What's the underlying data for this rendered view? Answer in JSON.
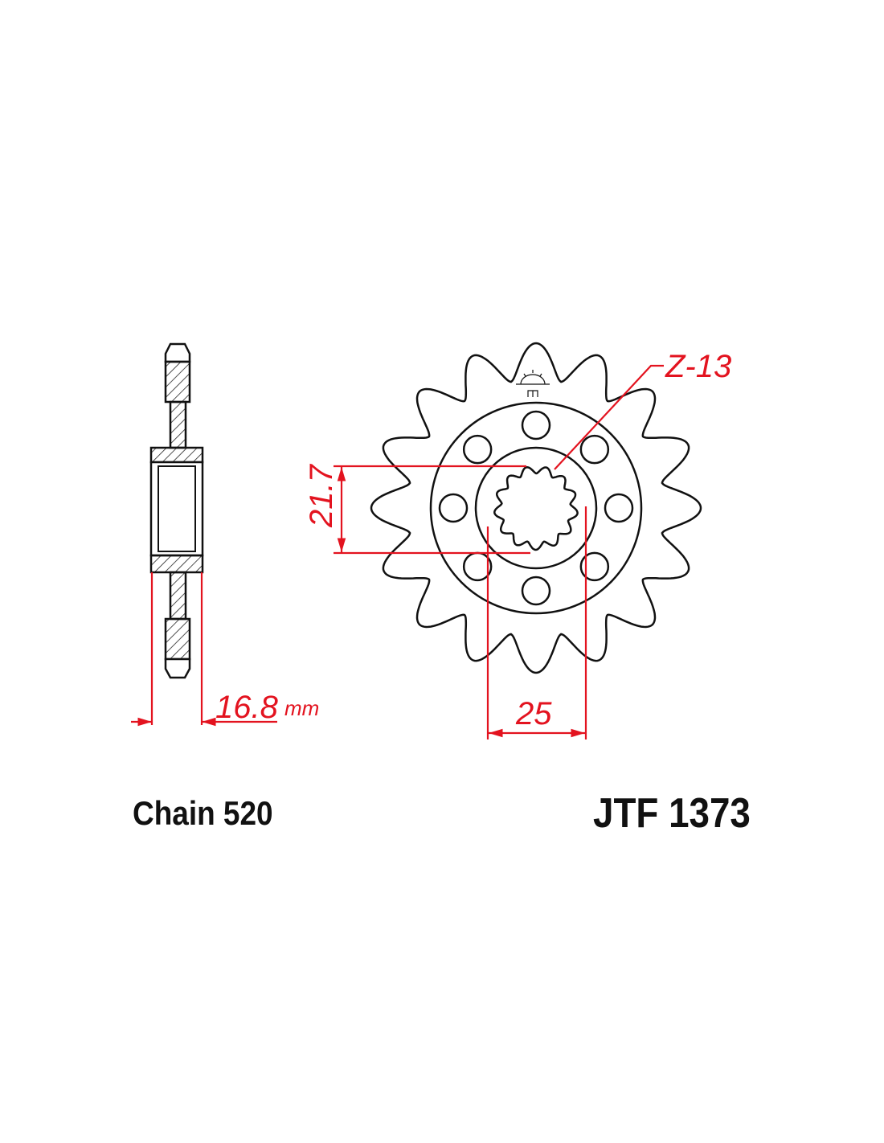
{
  "diagram": {
    "part_number": "JTF 1373",
    "chain": "Chain 520",
    "teeth_label": "Z-13",
    "dimensions": {
      "width": "16.8",
      "width_unit": "mm",
      "spline_diameter": "21.7",
      "center_width": "25"
    },
    "sprocket_teeth": 16,
    "spline_teeth": 13,
    "bolt_holes": 8,
    "colors": {
      "dimension": "#e3131f",
      "outline": "#111111"
    }
  }
}
